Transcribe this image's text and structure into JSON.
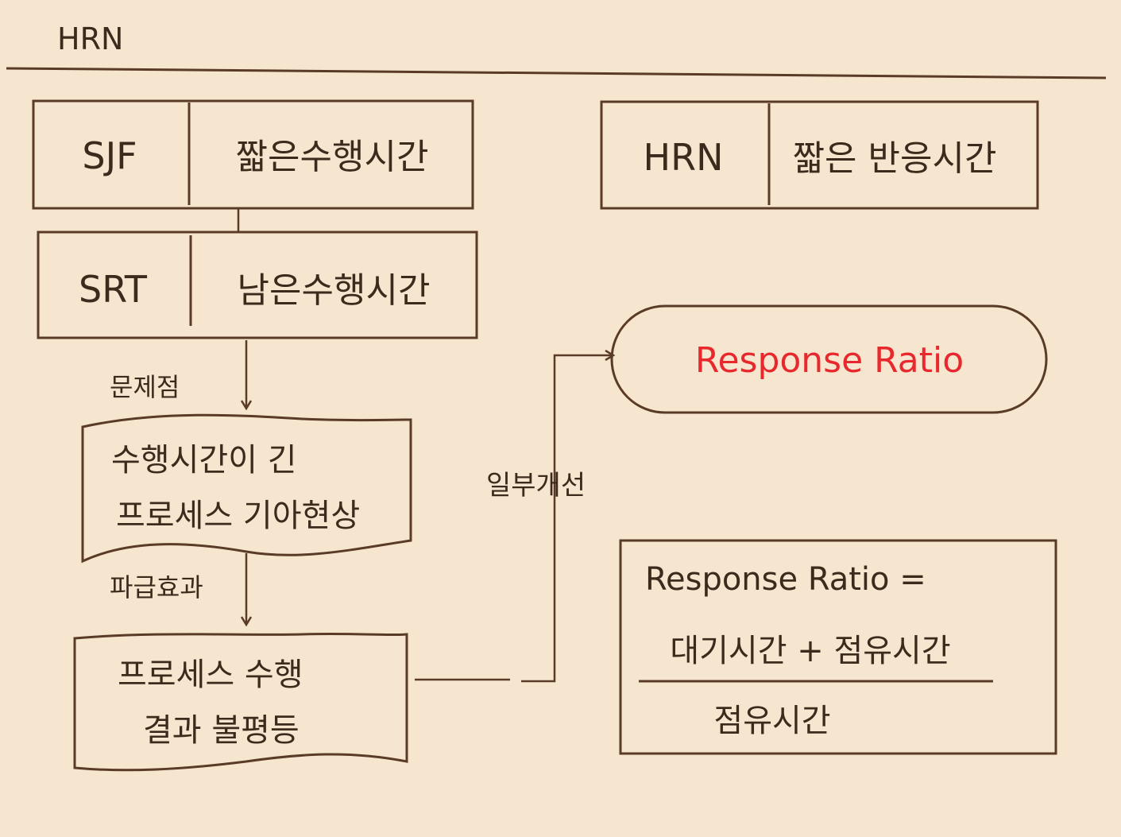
{
  "header": {
    "title": "HRN"
  },
  "boxes": {
    "sjf": {
      "key": "SJF",
      "desc": "짧은수행시간"
    },
    "srt": {
      "key": "SRT",
      "desc": "남은수행시간"
    },
    "hrn": {
      "key": "HRN",
      "desc": "짧은 반응시간"
    }
  },
  "edges": {
    "problem": "문제점",
    "side_effect": "파급효과",
    "partial_improvement": "일부개선"
  },
  "documents": {
    "starvation": {
      "line1": "수행시간이 긴",
      "line2": "프로세스 기아현상"
    },
    "unfairness": {
      "line1": "프로세스 수행",
      "line2": "결과 불평등"
    }
  },
  "terminal": {
    "label": "Response Ratio"
  },
  "formula": {
    "lhs": "Response Ratio =",
    "numerator": "대기시간 + 점유시간",
    "denominator": "점유시간"
  },
  "colors": {
    "background": "#f6e6cf",
    "ink": "#3d2a1c",
    "accent": "#e8282c"
  }
}
